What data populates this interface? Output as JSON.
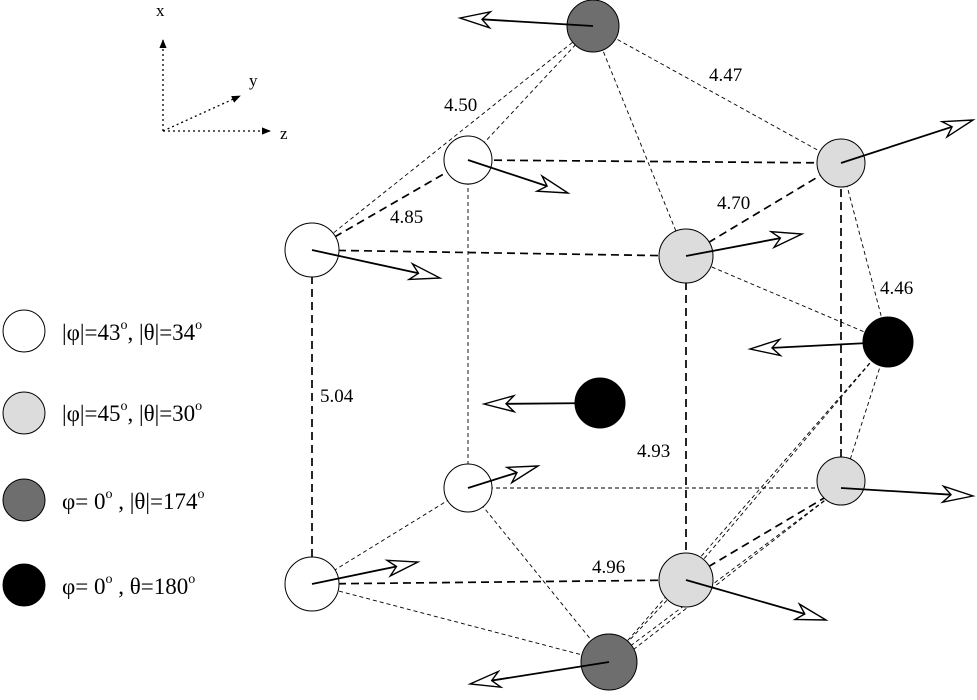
{
  "axes": {
    "x": "x",
    "y": "y",
    "z": "z"
  },
  "distances": {
    "d_450": "4.50",
    "d_447": "4.47",
    "d_485": "4.85",
    "d_470": "4.70",
    "d_446": "4.46",
    "d_504": "5.04",
    "d_493": "4.93",
    "d_496": "4.96"
  },
  "legend": [
    {
      "fill": "#ffffff",
      "text_a": "|φ|=43",
      "sup_a": "o",
      "text_b": ", |θ|=34",
      "sup_b": "o"
    },
    {
      "fill": "#dcdcdc",
      "text_a": "|φ|=45",
      "sup_a": "o",
      "text_b": ", |θ|=30",
      "sup_b": "o"
    },
    {
      "fill": "#6e6e6e",
      "text_a": "φ= 0",
      "sup_a": "o",
      "text_b": " , |θ|=174",
      "sup_b": "o"
    },
    {
      "fill": "#000000",
      "text_a": "φ= 0",
      "sup_a": "o",
      "text_b": " , θ=180",
      "sup_b": "o"
    }
  ],
  "colors": {
    "white_site": "#ffffff",
    "light_gray_site": "#dcdcdc",
    "dark_gray_site": "#6e6e6e",
    "black_site": "#000000",
    "line": "#000000"
  }
}
